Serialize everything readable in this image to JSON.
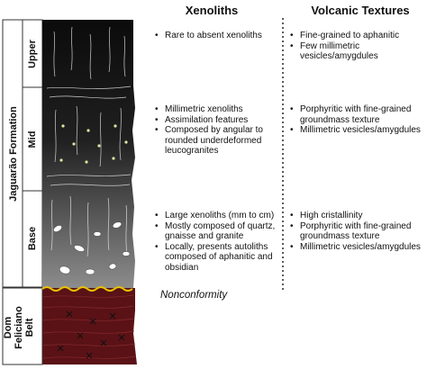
{
  "headers": {
    "xenoliths": "Xenoliths",
    "volcanic": "Volcanic Textures"
  },
  "labels": {
    "formation": "Jaguarão Formation",
    "upper": "Upper",
    "mid": "Mid",
    "base": "Base",
    "belt_line1": "Dom",
    "belt_line2": "Feliciano",
    "belt_line3": "Belt",
    "nonconformity": "Nonconformity"
  },
  "xenoliths": {
    "upper": [
      "Rare to absent xenoliths"
    ],
    "mid": [
      "Millimetric xenoliths",
      "Assimilation features",
      "Composed by angular to rounded underdeformed leucogranites"
    ],
    "base": [
      "Large xenoliths (mm to cm)",
      "Mostly composed of quartz, gnaisse and granite",
      "Locally, presents autoliths composed of aphanitic and obsidian"
    ]
  },
  "volcanic": {
    "upper": [
      "Fine-grained to aphanitic",
      "Few millimetric vesicles/amygdules"
    ],
    "mid": [
      "Porphyritic with fine-grained groundmass texture",
      "Millimetric vesicles/amygdules"
    ],
    "base": [
      "High cristallinity",
      "Porphyritic with fine-grained groundmass texture",
      "Millimetric vesicles/amygdules"
    ]
  },
  "colors": {
    "column_top": "#0d0d0d",
    "column_bottom": "#8a8a8a",
    "basement": "#5a1216",
    "nonconformity_line": "#e8c400",
    "divider": "#333333"
  }
}
